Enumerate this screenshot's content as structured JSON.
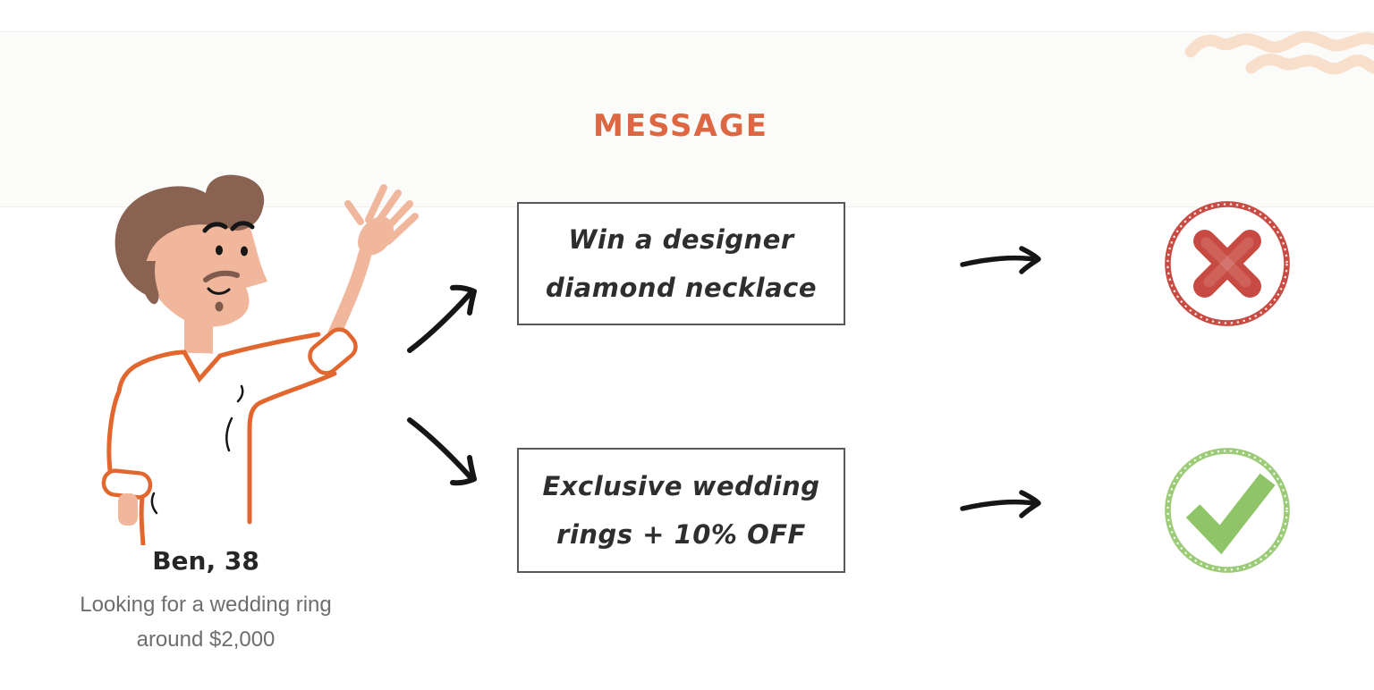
{
  "colors": {
    "accent": "#DC6742",
    "reject": "#C84B43",
    "approve": "#8FC469",
    "approve-ring": "#9CCB78",
    "skin": "#F0B79D",
    "hair": "#8A6252",
    "hair-dark": "#7F5B4B",
    "shirt-outline": "#E2672F",
    "squiggle": "#F8DFCC",
    "box-border": "#58585A",
    "ink": "#2E2E2E",
    "arrow-ink": "#161616",
    "text-dark": "#262626",
    "text-gray": "#6E6E6E"
  },
  "header": {
    "title": "MESSAGE"
  },
  "persona": {
    "name": "Ben, 38",
    "description_line1": "Looking for a wedding ring",
    "description_line2": "around $2,000"
  },
  "messages": [
    {
      "line1": "Win a designer",
      "line2": "diamond necklace",
      "verdict": "rejected"
    },
    {
      "line1": "Exclusive wedding",
      "line2": "rings + 10% OFF",
      "verdict": "approved"
    }
  ]
}
